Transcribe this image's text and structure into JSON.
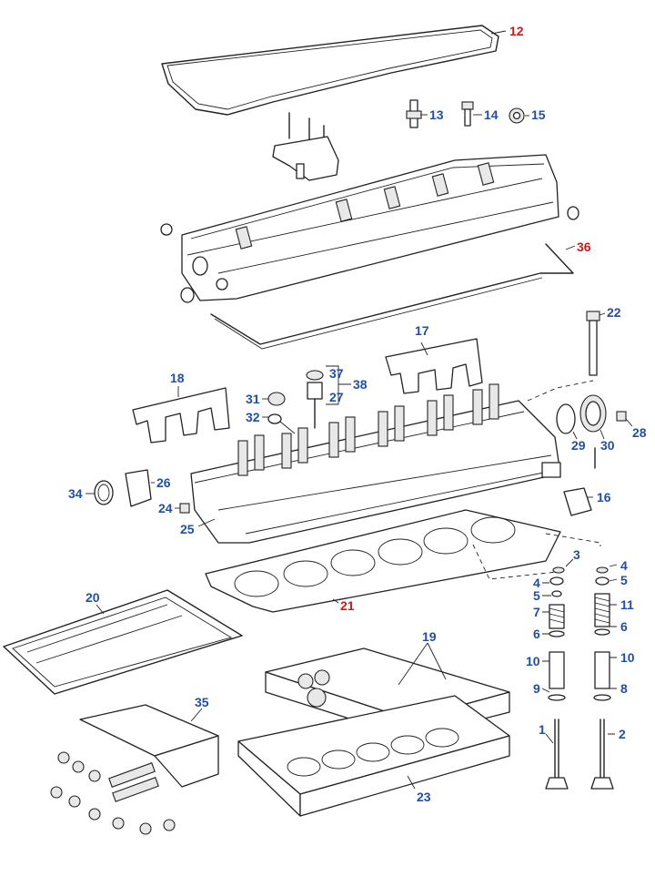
{
  "colors": {
    "callout_blue": "#1f4fa8",
    "callout_red": "#d01818",
    "line": "#222222"
  },
  "callouts": [
    {
      "id": "12",
      "label": "12",
      "color": "red",
      "part": "rocker-cover-gasket"
    },
    {
      "id": "13",
      "label": "13",
      "color": "blue",
      "part": "sensor-stud"
    },
    {
      "id": "14",
      "label": "14",
      "color": "blue",
      "part": "bolt"
    },
    {
      "id": "15",
      "label": "15",
      "color": "blue",
      "part": "nut"
    },
    {
      "id": "36",
      "label": "36",
      "color": "red",
      "part": "carrier-seal"
    },
    {
      "id": "22",
      "label": "22",
      "color": "blue",
      "part": "head-bolt"
    },
    {
      "id": "17",
      "label": "17",
      "color": "blue",
      "part": "lifting-bracket-rear"
    },
    {
      "id": "18",
      "label": "18",
      "color": "blue",
      "part": "lifting-bracket-front"
    },
    {
      "id": "37",
      "label": "37",
      "color": "blue",
      "part": "plug-cap"
    },
    {
      "id": "38",
      "label": "38",
      "color": "blue",
      "part": "plug-assembly"
    },
    {
      "id": "27",
      "label": "27",
      "color": "blue",
      "part": "plug-body"
    },
    {
      "id": "31",
      "label": "31",
      "color": "blue",
      "part": "cup-plug"
    },
    {
      "id": "32",
      "label": "32",
      "color": "blue",
      "part": "o-ring"
    },
    {
      "id": "29",
      "label": "29",
      "color": "blue",
      "part": "o-ring-large"
    },
    {
      "id": "30",
      "label": "30",
      "color": "blue",
      "part": "seal-ring"
    },
    {
      "id": "28",
      "label": "28",
      "color": "blue",
      "part": "fitting"
    },
    {
      "id": "34",
      "label": "34",
      "color": "blue",
      "part": "front-seal"
    },
    {
      "id": "26",
      "label": "26",
      "color": "blue",
      "part": "cover-gasket"
    },
    {
      "id": "24",
      "label": "24",
      "color": "blue",
      "part": "plug"
    },
    {
      "id": "25",
      "label": "25",
      "color": "blue",
      "part": "cylinder-head"
    },
    {
      "id": "16",
      "label": "16",
      "color": "blue",
      "part": "flange-gasket"
    },
    {
      "id": "3",
      "label": "3",
      "color": "blue",
      "part": "valve-keeper"
    },
    {
      "id": "21",
      "label": "21",
      "color": "red",
      "part": "head-gasket"
    },
    {
      "id": "4a",
      "label": "4",
      "color": "blue",
      "part": "spring-retainer-left"
    },
    {
      "id": "5a",
      "label": "5",
      "color": "blue",
      "part": "rotator-left"
    },
    {
      "id": "7",
      "label": "7",
      "color": "blue",
      "part": "inner-spring"
    },
    {
      "id": "6a",
      "label": "6",
      "color": "blue",
      "part": "spring-seat-left"
    },
    {
      "id": "10a",
      "label": "10",
      "color": "blue",
      "part": "valve-guide-left"
    },
    {
      "id": "9",
      "label": "9",
      "color": "blue",
      "part": "valve-seat-insert-intake"
    },
    {
      "id": "1",
      "label": "1",
      "color": "blue",
      "part": "intake-valve"
    },
    {
      "id": "4b",
      "label": "4",
      "color": "blue",
      "part": "spring-retainer-right"
    },
    {
      "id": "5b",
      "label": "5",
      "color": "blue",
      "part": "rotator-right"
    },
    {
      "id": "11",
      "label": "11",
      "color": "blue",
      "part": "outer-spring"
    },
    {
      "id": "6b",
      "label": "6",
      "color": "blue",
      "part": "spring-seat-right"
    },
    {
      "id": "10b",
      "label": "10",
      "color": "blue",
      "part": "valve-guide-right"
    },
    {
      "id": "8",
      "label": "8",
      "color": "blue",
      "part": "valve-seat-insert-exhaust"
    },
    {
      "id": "2",
      "label": "2",
      "color": "blue",
      "part": "exhaust-valve"
    },
    {
      "id": "20",
      "label": "20",
      "color": "blue",
      "part": "manifold-gasket"
    },
    {
      "id": "19",
      "label": "19",
      "color": "blue",
      "part": "gasket-kit-small"
    },
    {
      "id": "35",
      "label": "35",
      "color": "blue",
      "part": "overhaul-kit"
    },
    {
      "id": "23",
      "label": "23",
      "color": "blue",
      "part": "gasket-kit-large"
    }
  ]
}
